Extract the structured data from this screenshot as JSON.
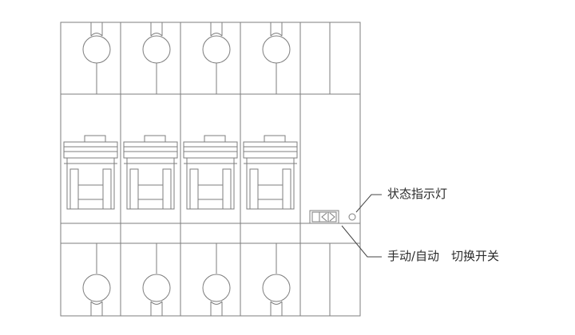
{
  "annotations": {
    "status_indicator": "状态指示灯",
    "manual_auto_switch": "手动/自动　切换开关"
  },
  "poles": {
    "count": 4
  },
  "colors": {
    "line": "#7d7d7d",
    "text": "#2b2b2b",
    "background": "#ffffff"
  }
}
